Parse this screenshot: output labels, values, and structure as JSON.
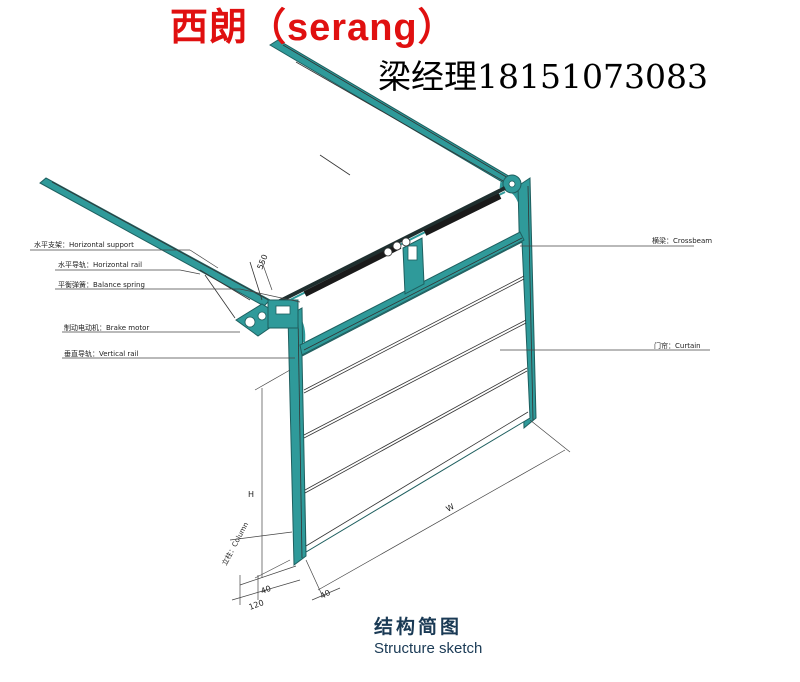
{
  "header": {
    "brand": "西朗（serang）",
    "contact": "梁经理18151073083"
  },
  "labels": {
    "horizontal_support": "水平支架：Horizontal support",
    "horizontal_rail": "水平导轨：Horizontal rail",
    "balance_spring": "平衡弹簧：Balance spring",
    "brake_motor": "制动电动机：Brake motor",
    "vertical_rail": "垂直导轨：Vertical rail",
    "crossbeam": "横梁：Crossbeam",
    "curtain": "门帘：Curtain",
    "column": "立柱：Column"
  },
  "dimensions": {
    "height": "H",
    "width": "W",
    "d40_left": "40",
    "d120": "120",
    "d40_right": "40",
    "d550": "550"
  },
  "caption": {
    "title_cn": "结构简图",
    "title_en": "Structure sketch"
  },
  "colors": {
    "frame": "#2f9a9a",
    "frame_dark": "#1e6c6c",
    "leader": "#444444",
    "brand": "#e01010"
  }
}
